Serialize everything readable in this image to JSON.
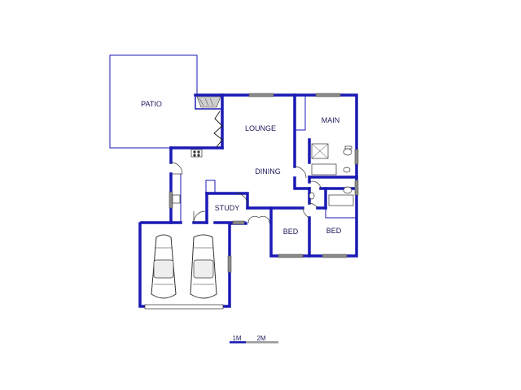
{
  "rooms": {
    "patio": "PATIO",
    "lounge": "LOUNGE",
    "main": "MAIN",
    "dining": "DINING",
    "study": "STUDY",
    "bed_1": "BED",
    "bed_2": "BED"
  },
  "scale_bar": {
    "label_1": "1M",
    "label_2": "2M"
  },
  "colors": {
    "wall": "#1a1ab4",
    "window": "#8a8a8a",
    "background": "#ffffff"
  }
}
